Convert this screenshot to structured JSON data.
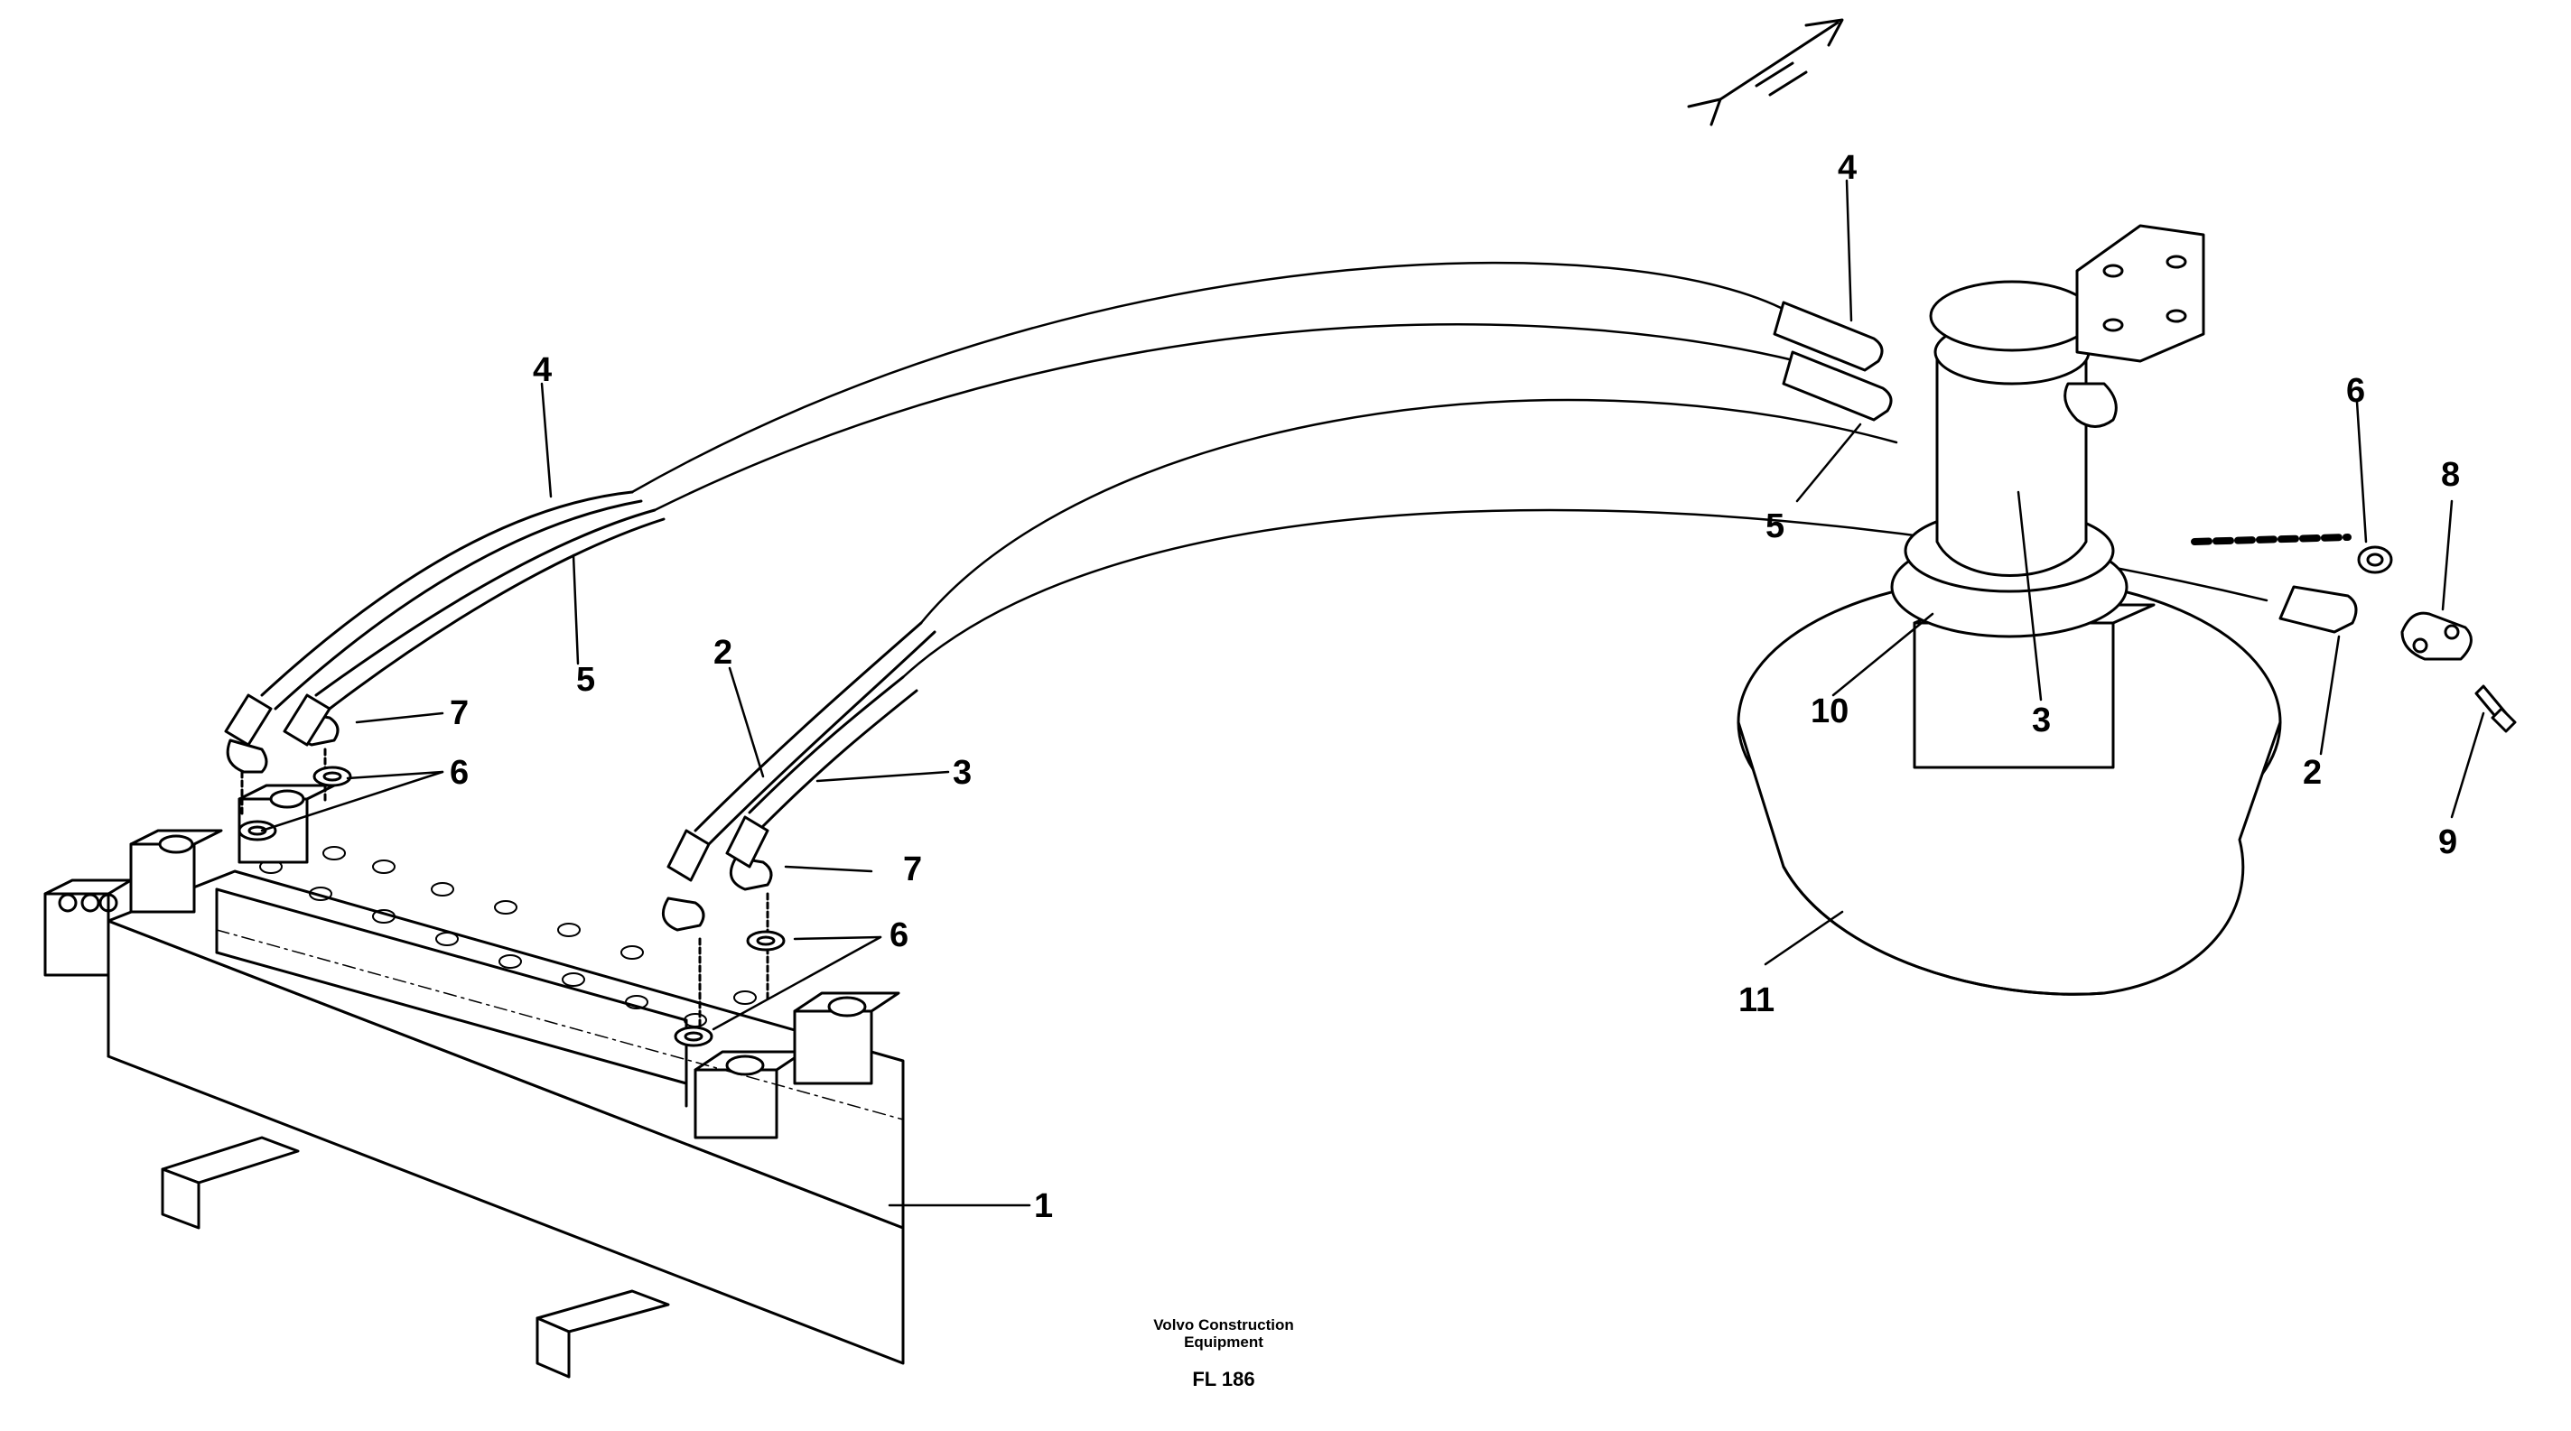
{
  "callouts": [
    {
      "label": "1",
      "part": "control-valve-block"
    },
    {
      "label": "2",
      "part": "hose-2-left"
    },
    {
      "label": "3",
      "part": "hose-3-left"
    },
    {
      "label": "7",
      "part": "elbow-fitting-center"
    },
    {
      "label": "6",
      "part": "washer-center"
    },
    {
      "label": "4",
      "part": "hose-4-left"
    },
    {
      "label": "5",
      "part": "hose-5-left"
    },
    {
      "label": "7",
      "part": "elbow-fitting-left"
    },
    {
      "label": "6",
      "part": "washer-left"
    },
    {
      "label": "4",
      "part": "hose-4-right"
    },
    {
      "label": "5",
      "part": "hose-5-right"
    },
    {
      "label": "3",
      "part": "hose-3-right"
    },
    {
      "label": "10",
      "part": "swivel-base"
    },
    {
      "label": "11",
      "part": "turntable-housing"
    },
    {
      "label": "2",
      "part": "hose-2-right"
    },
    {
      "label": "6",
      "part": "washer-right"
    },
    {
      "label": "8",
      "part": "flange-clamp"
    },
    {
      "label": "9",
      "part": "bolt"
    }
  ],
  "caption": {
    "company_line1": "Volvo Construction",
    "company_line2": "Equipment",
    "drawing_code": "FL 186"
  },
  "icons": {
    "direction_arrow": "direction-arrow-icon"
  }
}
